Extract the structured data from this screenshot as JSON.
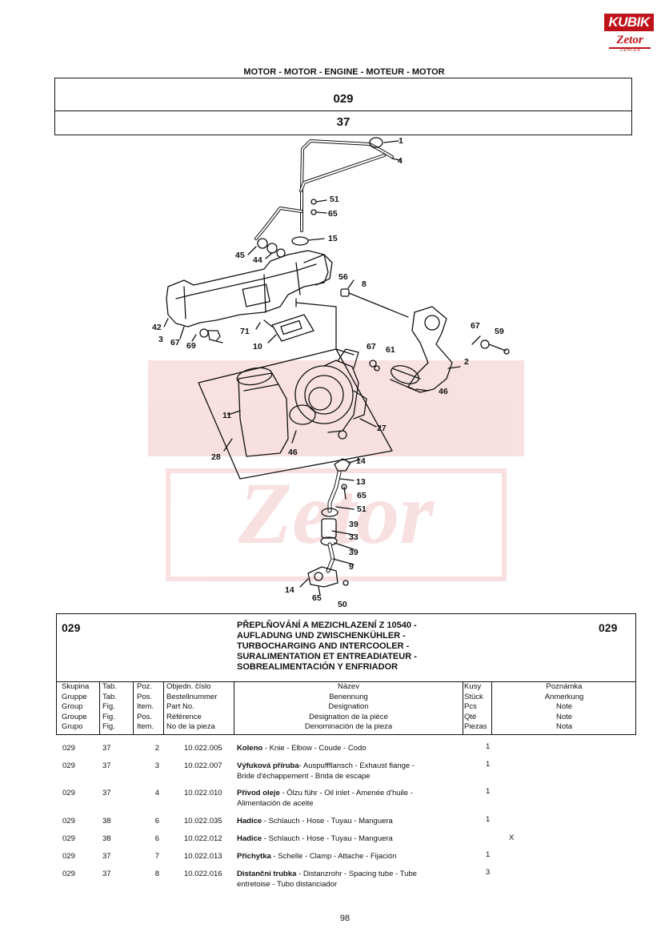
{
  "logo": {
    "brand": "KUBIK",
    "brand2": "Zetor",
    "tag": "DEALER"
  },
  "section_title": "MOTOR - MOTOR - ENGINE - MOTEUR - MOTOR",
  "group_code": "029",
  "table_code": "37",
  "callouts": [
    "1",
    "4",
    "51",
    "65",
    "15",
    "45",
    "44",
    "56",
    "8",
    "42",
    "3",
    "67",
    "69",
    "71",
    "10",
    "67",
    "59",
    "67",
    "61",
    "2",
    "46",
    "11",
    "28",
    "46",
    "27",
    "14",
    "13",
    "65",
    "51",
    "39",
    "33",
    "39",
    "9",
    "14",
    "65",
    "50"
  ],
  "listing": {
    "group_left": "029",
    "group_right": "029",
    "titles": [
      "PŘEPLŇOVÁNÍ A MEZICHLAZENÍ Z 10540 -",
      "AUFLADUNG UND ZWISCHENKÜHLER -",
      "TURBOCHARGING AND INTERCOOLER -",
      "SURALIMENTATION ET ENTREADIATEUR -",
      "SOBREALIMENTACIÓN Y ENFRIADOR"
    ],
    "headers": {
      "skupina": [
        "Skupina",
        "Gruppe",
        "Group",
        "Groupe",
        "Grupo"
      ],
      "tab": [
        "Tab.",
        "Tab.",
        "Fig.",
        "Fig.",
        "Fig."
      ],
      "poz": [
        "Poz.",
        "Pos.",
        "Item.",
        "Pos.",
        "Item."
      ],
      "objedn": [
        "Objedn. číslo",
        "Bestellnummer",
        "Part No.",
        "Référence",
        "No de la pieza"
      ],
      "nazev": [
        "Název",
        "Benennung",
        "Designation",
        "Désignation de la pièce",
        "Denominación de la pieza"
      ],
      "kusy": [
        "Kusy",
        "Stück",
        "Pcs",
        "Qté",
        "Piezas"
      ],
      "poznamka": [
        "Poznámka",
        "Anmerkung",
        "Note",
        "Note",
        "Nota"
      ]
    },
    "rows": [
      {
        "group": "029",
        "tab": "37",
        "pos": "2",
        "part": "10.022.005",
        "name": "Koleno",
        "desc1": " - Knie - Elbow - Coude - Codo",
        "desc2": "",
        "qty": "1",
        "note": ""
      },
      {
        "group": "029",
        "tab": "37",
        "pos": "3",
        "part": "10.022.007",
        "name": "Výfuková příruba",
        "desc1": "- Auspuffflansch - Exhaust flange -",
        "desc2": "Bride d'échappement - Brida de escape",
        "qty": "1",
        "note": ""
      },
      {
        "group": "029",
        "tab": "37",
        "pos": "4",
        "part": "10.022.010",
        "name": "Přívod oleje",
        "desc1": " - Ölzu führ - Oil inlet - Amenée d'huile -",
        "desc2": "Alimentación de aceite",
        "qty": "1",
        "note": ""
      },
      {
        "group": "029",
        "tab": "38",
        "pos": "6",
        "part": "10.022.035",
        "name": "Hadice",
        "desc1": " - Schlauch - Hose - Tuyau - Manguera",
        "desc2": "",
        "qty": "1",
        "note": ""
      },
      {
        "group": "029",
        "tab": "38",
        "pos": "6",
        "part": "10.022.012",
        "name": "Hadice",
        "desc1": " - Schlauch - Hose - Tuyau - Manguera",
        "desc2": "",
        "qty": "",
        "note": "X"
      },
      {
        "group": "029",
        "tab": "37",
        "pos": "7",
        "part": "10.022.013",
        "name": "Příchytka",
        "desc1": " - Schelle - Clamp - Attache - Fijación",
        "desc2": "",
        "qty": "1",
        "note": ""
      },
      {
        "group": "029",
        "tab": "37",
        "pos": "8",
        "part": "10.022.016",
        "name": "Distanční trubka",
        "desc1": " - Distanzrohr - Spacing tube - Tube",
        "desc2": "entretoise - Tubo distanciador",
        "qty": "3",
        "note": ""
      }
    ]
  },
  "page_number": "98"
}
